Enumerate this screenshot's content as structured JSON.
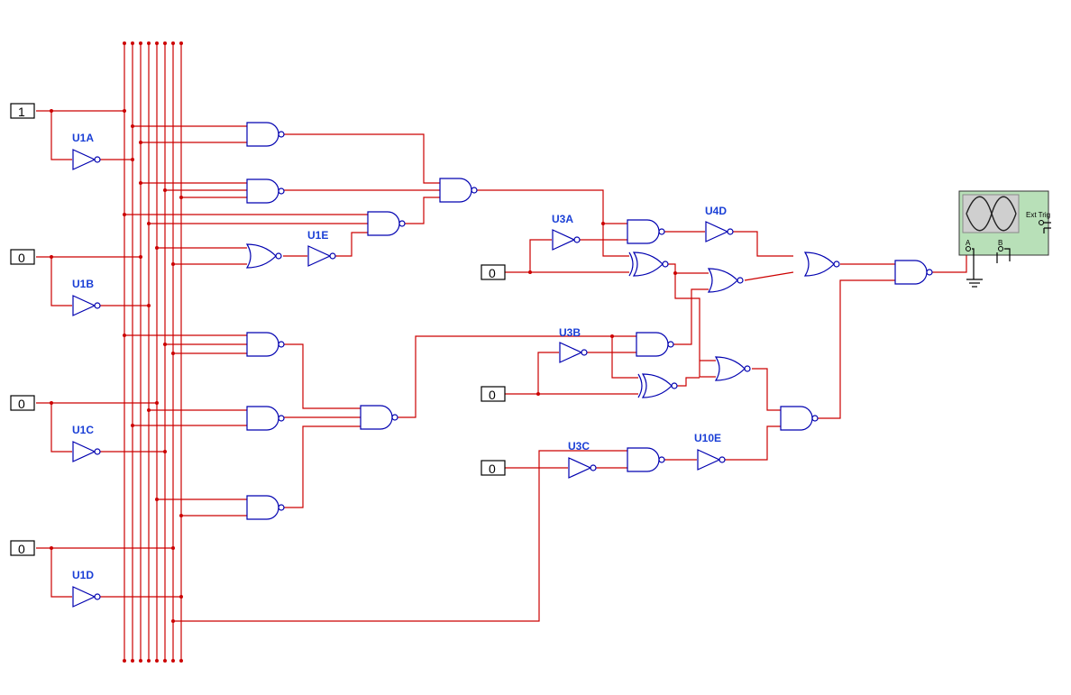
{
  "inputs": [
    {
      "value": "1"
    },
    {
      "value": "0"
    },
    {
      "value": "0"
    },
    {
      "value": "0"
    },
    {
      "value": "0"
    },
    {
      "value": "0"
    },
    {
      "value": "0"
    }
  ],
  "labels": {
    "u1a": "U1A",
    "u1b": "U1B",
    "u1c": "U1C",
    "u1d": "U1D",
    "u1e": "U1E",
    "u3a": "U3A",
    "u3b": "U3B",
    "u3c": "U3C",
    "u4d": "U4D",
    "u10e": "U10E"
  },
  "oscilloscope": {
    "ext_trig": "Ext Trig",
    "channel_a": "A",
    "channel_b": "B"
  },
  "colors": {
    "wire": "#cc0000",
    "gate": "#0000b0",
    "label": "#1a3fd6",
    "scope_body": "#b8e0b8"
  },
  "icons": [
    "and-gate-icon",
    "nand-gate-icon",
    "or-gate-icon",
    "xor-gate-icon",
    "not-gate-icon",
    "oscilloscope-icon",
    "ground-icon"
  ]
}
